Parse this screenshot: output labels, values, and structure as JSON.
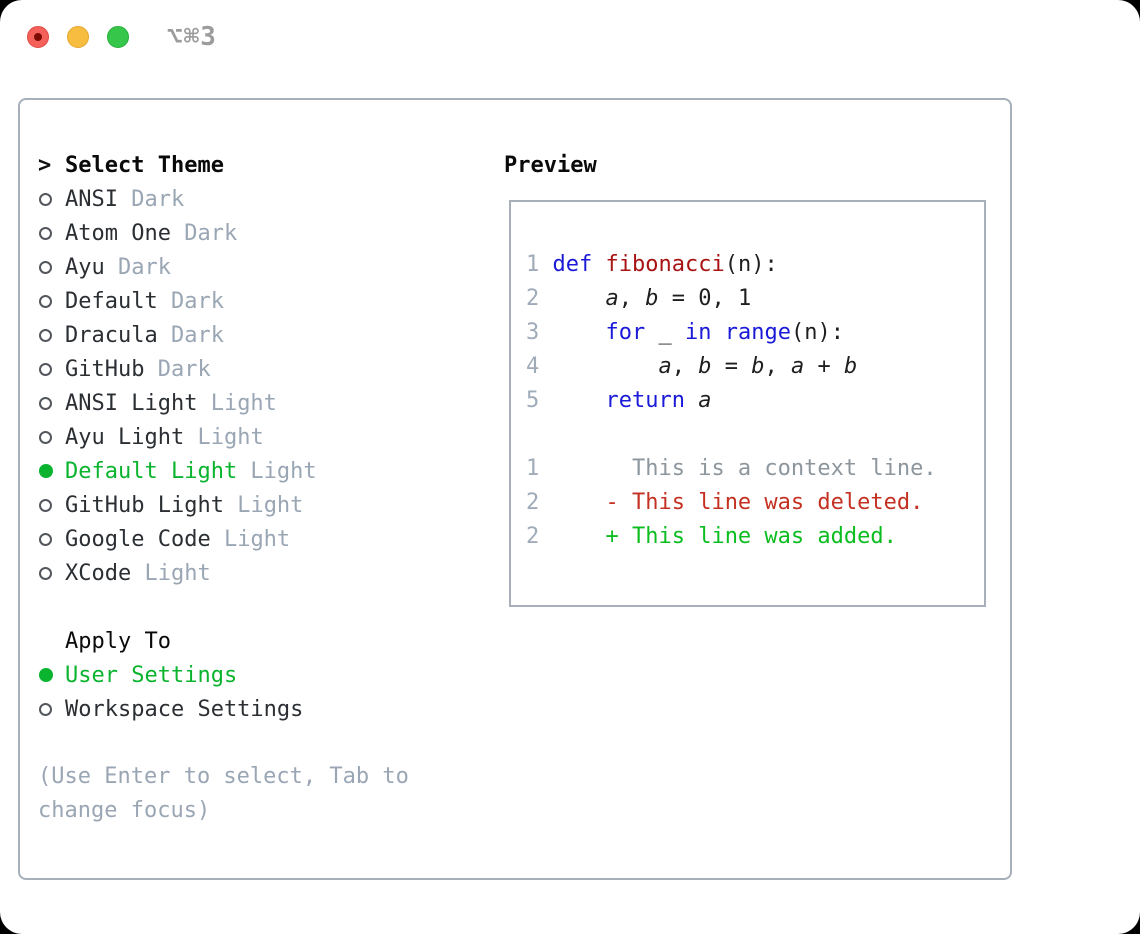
{
  "titlebar": {
    "shortcut": "⌥⌘3",
    "traffic_lights": [
      "close-icon",
      "minimize-icon",
      "zoom-icon"
    ]
  },
  "colors": {
    "accent_green": "#0ab42e",
    "keyword_blue": "#1a1ad8",
    "function_red": "#a81414",
    "diff_del_red": "#c43122",
    "diff_add_green": "#0cbd20",
    "muted_gray": "#9aa6b4",
    "panel_border": "#a7afba",
    "traffic_red": "#f4605a",
    "traffic_yellow": "#f7bd40",
    "traffic_green": "#36c64a"
  },
  "theme_picker": {
    "cursor": ">",
    "heading": "Select Theme",
    "items": [
      {
        "name": "ANSI",
        "variant": "Dark",
        "selected": false
      },
      {
        "name": "Atom One",
        "variant": "Dark",
        "selected": false
      },
      {
        "name": "Ayu",
        "variant": "Dark",
        "selected": false
      },
      {
        "name": "Default",
        "variant": "Dark",
        "selected": false
      },
      {
        "name": "Dracula",
        "variant": "Dark",
        "selected": false
      },
      {
        "name": "GitHub",
        "variant": "Dark",
        "selected": false
      },
      {
        "name": "ANSI Light",
        "variant": "Light",
        "selected": false
      },
      {
        "name": "Ayu Light",
        "variant": "Light",
        "selected": false
      },
      {
        "name": "Default Light",
        "variant": "Light",
        "selected": true
      },
      {
        "name": "GitHub Light",
        "variant": "Light",
        "selected": false
      },
      {
        "name": "Google Code",
        "variant": "Light",
        "selected": false
      },
      {
        "name": "XCode",
        "variant": "Light",
        "selected": false
      }
    ],
    "apply_heading": "Apply To",
    "apply_options": [
      {
        "label": "User Settings",
        "selected": true
      },
      {
        "label": "Workspace Settings",
        "selected": false
      }
    ],
    "hint": "(Use Enter to select, Tab to change focus)"
  },
  "preview": {
    "heading": "Preview",
    "lines": [
      {
        "no": "1",
        "tokens": [
          {
            "t": "def",
            "c": "kw"
          },
          {
            "t": " "
          },
          {
            "t": "fibonacci",
            "c": "fn"
          },
          {
            "t": "(n):"
          }
        ]
      },
      {
        "no": "2",
        "tokens": [
          {
            "t": "    "
          },
          {
            "t": "a",
            "c": "var"
          },
          {
            "t": ", "
          },
          {
            "t": "b",
            "c": "var"
          },
          {
            "t": " = 0, 1"
          }
        ]
      },
      {
        "no": "3",
        "tokens": [
          {
            "t": "    "
          },
          {
            "t": "for",
            "c": "kw"
          },
          {
            "t": " _ "
          },
          {
            "t": "in",
            "c": "kw"
          },
          {
            "t": " "
          },
          {
            "t": "range",
            "c": "kw"
          },
          {
            "t": "(n):"
          }
        ]
      },
      {
        "no": "4",
        "tokens": [
          {
            "t": "        "
          },
          {
            "t": "a",
            "c": "var"
          },
          {
            "t": ", "
          },
          {
            "t": "b",
            "c": "var"
          },
          {
            "t": " = "
          },
          {
            "t": "b",
            "c": "var"
          },
          {
            "t": ", "
          },
          {
            "t": "a",
            "c": "var"
          },
          {
            "t": " + "
          },
          {
            "t": "b",
            "c": "var"
          }
        ]
      },
      {
        "no": "5",
        "tokens": [
          {
            "t": "    "
          },
          {
            "t": "return",
            "c": "kw"
          },
          {
            "t": " "
          },
          {
            "t": "a",
            "c": "var"
          }
        ]
      },
      {
        "no": "",
        "tokens": []
      },
      {
        "no": "1",
        "tokens": [
          {
            "t": "      This is a context line.",
            "c": "ctx"
          }
        ]
      },
      {
        "no": "2",
        "tokens": [
          {
            "t": "    "
          },
          {
            "t": "- This line was deleted.",
            "c": "del"
          }
        ]
      },
      {
        "no": "2",
        "tokens": [
          {
            "t": "    "
          },
          {
            "t": "+ This line was added.",
            "c": "add"
          }
        ]
      }
    ]
  }
}
